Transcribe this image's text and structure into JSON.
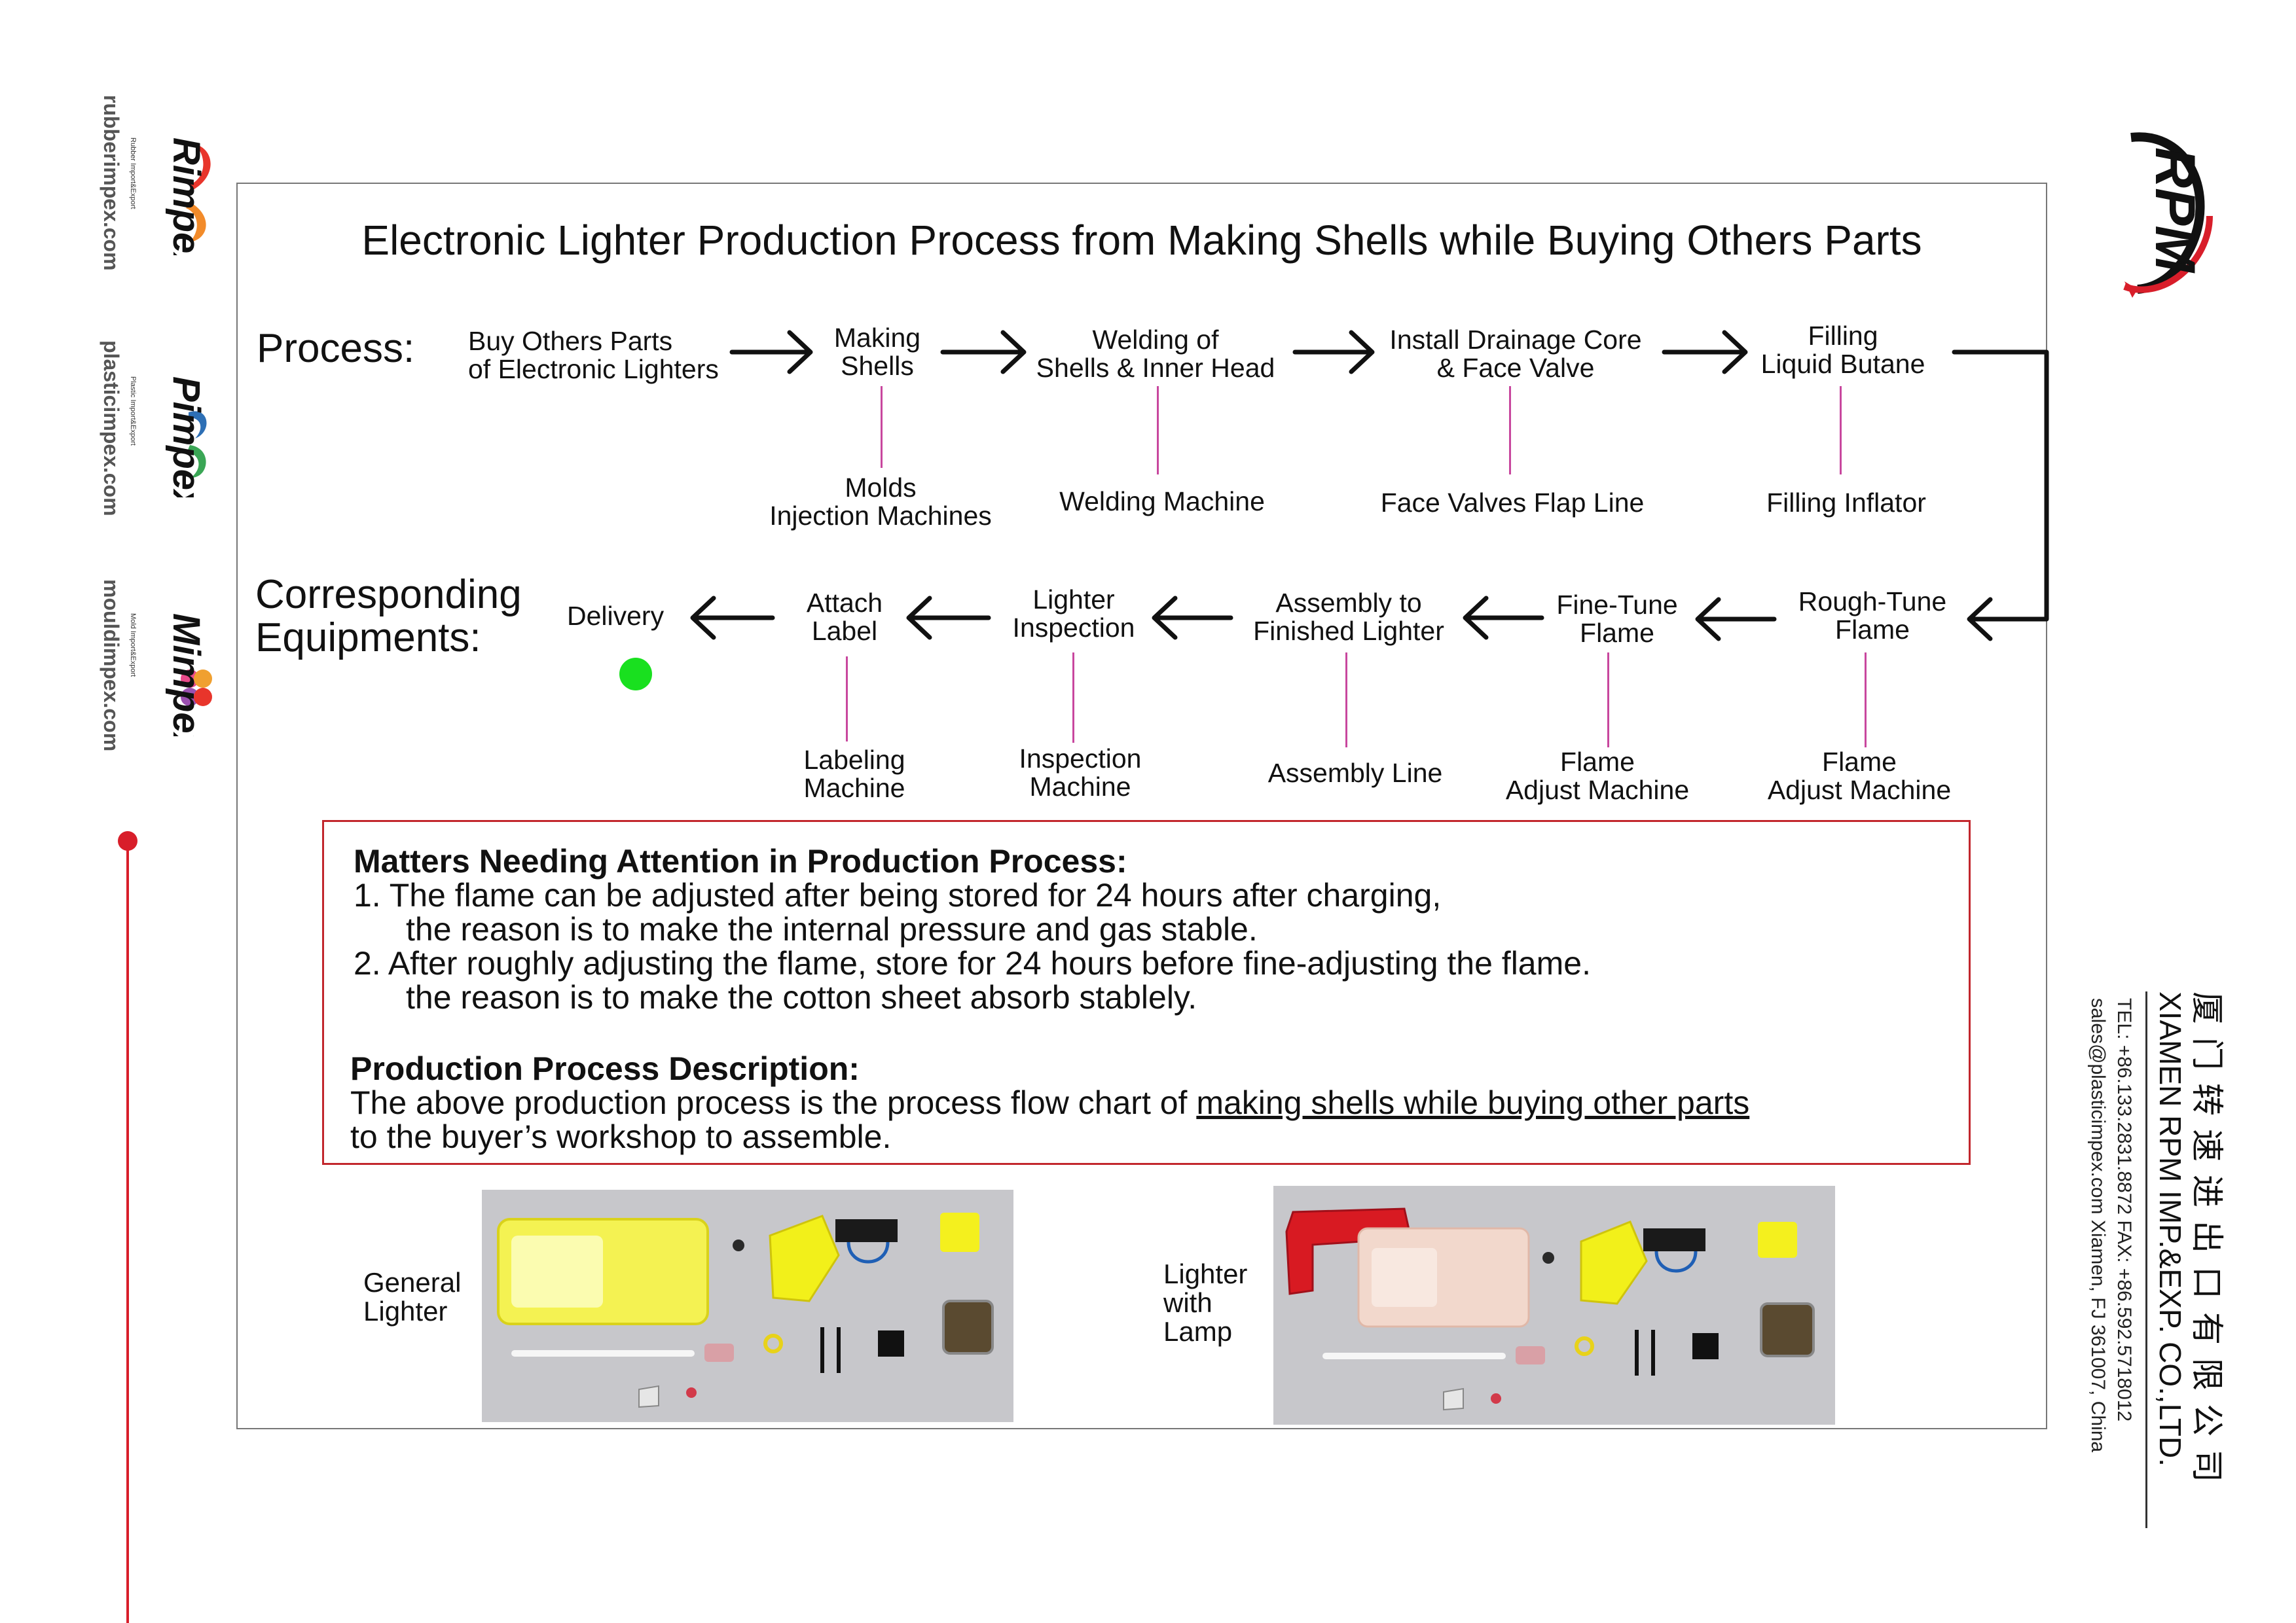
{
  "title": "Electronic Lighter Production Process from Making Shells while Buying Others Parts",
  "labels": {
    "process": "Process:",
    "equipments_line1": "Corresponding",
    "equipments_line2": "Equipments:"
  },
  "process_top": [
    {
      "l1": "Buy Others Parts",
      "l2": "of Electronic Lighters"
    },
    {
      "l1": "Making",
      "l2": "Shells"
    },
    {
      "l1": "Welding of",
      "l2": "Shells & Inner Head"
    },
    {
      "l1": "Install Drainage Core",
      "l2": "& Face Valve"
    },
    {
      "l1": "Filling",
      "l2": "Liquid Butane"
    }
  ],
  "equip_top": [
    {
      "l1": "Molds",
      "l2": "Injection Machines"
    },
    {
      "l1": "Welding Machine",
      "l2": ""
    },
    {
      "l1": "Face Valves Flap Line",
      "l2": ""
    },
    {
      "l1": "Filling Inflator",
      "l2": ""
    }
  ],
  "process_bottom": [
    {
      "l1": "Delivery",
      "l2": ""
    },
    {
      "l1": "Attach",
      "l2": "Label"
    },
    {
      "l1": "Lighter",
      "l2": "Inspection"
    },
    {
      "l1": "Assembly to",
      "l2": "Finished Lighter"
    },
    {
      "l1": "Fine-Tune",
      "l2": "Flame"
    },
    {
      "l1": "Rough-Tune",
      "l2": "Flame"
    }
  ],
  "equip_bottom": [
    {
      "l1": "Labeling",
      "l2": "Machine"
    },
    {
      "l1": "Inspection",
      "l2": "Machine"
    },
    {
      "l1": "Assembly Line",
      "l2": ""
    },
    {
      "l1": "Flame",
      "l2": "Adjust Machine"
    },
    {
      "l1": "Flame",
      "l2": "Adjust Machine"
    }
  ],
  "notes": {
    "heading": "Matters Needing Attention in Production Process:",
    "item1_l1": "1. The flame can be adjusted after being stored for 24 hours after charging,",
    "item1_l2": "the reason is to make the internal pressure and gas stable.",
    "item2_l1": "2. After roughly adjusting the flame, store for 24 hours before fine-adjusting the flame.",
    "item2_l2": "the reason is to make the cotton sheet absorb stablely.",
    "desc_heading": "Production Process Description:",
    "desc_l1_a": "The above production process is the process flow chart of ",
    "desc_l1_b": "making shells while buying other parts",
    "desc_l2": "to the buyer’s workshop to assemble."
  },
  "photos": {
    "general_l1": "General",
    "general_l2": "Lighter",
    "lamp_l1": "Lighter",
    "lamp_l2": "with",
    "lamp_l3": "Lamp"
  },
  "left_brands": [
    {
      "url": "rubberimpex.com",
      "logo": "Rimpex",
      "tag": "Rubber Import&Export"
    },
    {
      "url": "plasticimpex.com",
      "logo": "Pimpex",
      "tag": "Plastic Import&Export"
    },
    {
      "url": "mouldimpex.com",
      "logo": "Mimpex",
      "tag": "Mold Import&Export"
    }
  ],
  "company": {
    "logo": "RPM",
    "cn": "厦门转速进出口有限公司",
    "en": "XIAMEN RPM IMP.&EXP. CO.,LTD.",
    "tel_fax": "TEL: +86.133.2831.8872     FAX: +86.592.5718012",
    "email_addr": "sales@plasticimpex.com     Xiamen, FJ 361007, China"
  },
  "colors": {
    "accent_red": "#d81e2a",
    "connector": "#c8479e",
    "status_green": "#19e01f",
    "frame": "#777777"
  }
}
